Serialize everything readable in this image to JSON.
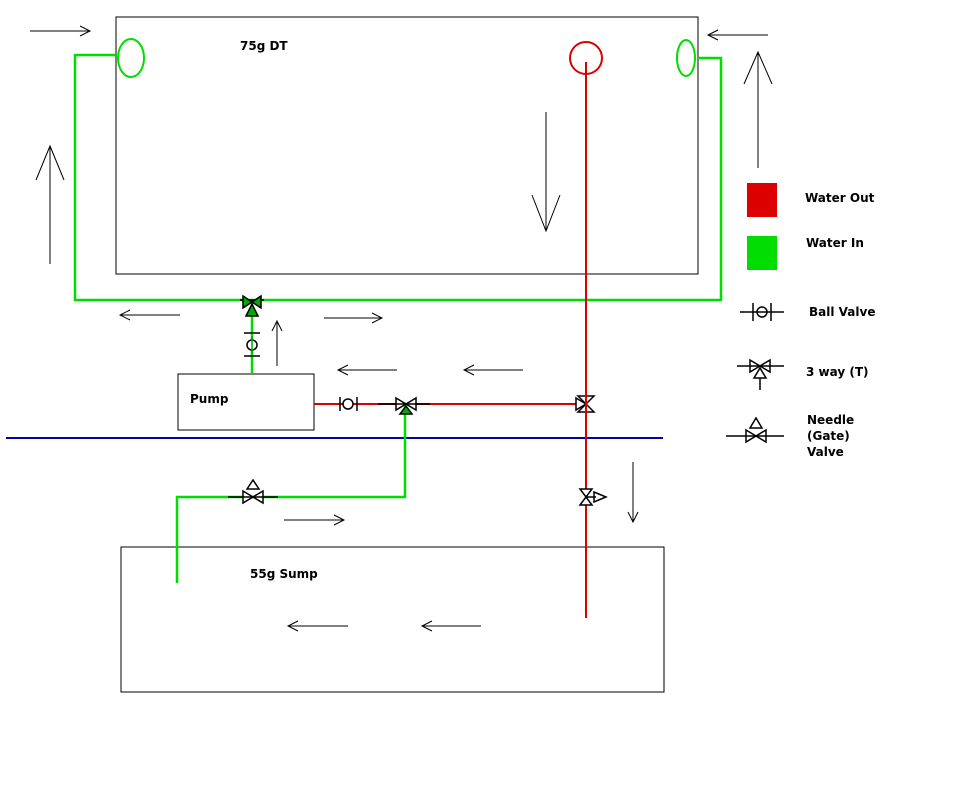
{
  "diagram": {
    "tanks": {
      "display_tank": "75g DT",
      "sump": "55g Sump",
      "pump": "Pump"
    },
    "legend": {
      "water_out": "Water Out",
      "water_in": "Water In",
      "ball_valve": "Ball Valve",
      "three_way": "3 way (T)",
      "needle_line1": "Needle",
      "needle_line2": "(Gate)",
      "needle_line3": "Valve"
    },
    "colors": {
      "water_out": "#dd0000",
      "water_in": "#00dd00",
      "water_line": "#0000aa",
      "outline": "#000000"
    }
  }
}
